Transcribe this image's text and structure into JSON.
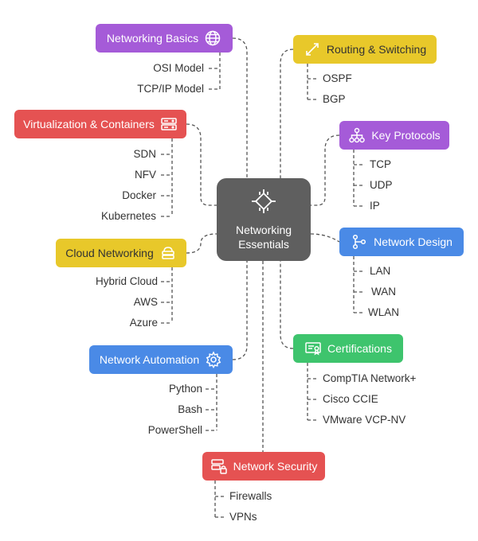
{
  "center": {
    "line1": "Networking",
    "line2": "Essentials",
    "icon": "circuit-chip-icon",
    "color": "#5f5f5f"
  },
  "branches": {
    "networking_basics": {
      "label": "Networking Basics",
      "icon": "globe-icon",
      "color": "#a55bd8",
      "items": [
        "OSI Model",
        "TCP/IP Model"
      ]
    },
    "virtualization": {
      "label": "Virtualization & Containers",
      "icon": "server-rack-icon",
      "color": "#e55252",
      "items": [
        "SDN",
        "NFV",
        "Docker",
        "Kubernetes"
      ]
    },
    "cloud_networking": {
      "label": "Cloud Networking",
      "icon": "cloud-server-icon",
      "color": "#e8c82a",
      "text_color": "#333333",
      "items": [
        "Hybrid Cloud",
        "AWS",
        "Azure"
      ]
    },
    "network_automation": {
      "label": "Network Automation",
      "icon": "gear-icon",
      "color": "#4a8ae6",
      "items": [
        "Python",
        "Bash",
        "PowerShell"
      ]
    },
    "network_security": {
      "label": "Network Security",
      "icon": "server-lock-icon",
      "color": "#e55252",
      "items": [
        "Firewalls",
        "VPNs"
      ]
    },
    "routing_switching": {
      "label": "Routing & Switching",
      "icon": "swap-arrows-icon",
      "color": "#e8c82a",
      "text_color": "#333333",
      "items": [
        "OSPF",
        "BGP"
      ]
    },
    "key_protocols": {
      "label": "Key Protocols",
      "icon": "network-hierarchy-icon",
      "color": "#a55bd8",
      "items": [
        "TCP",
        "UDP",
        "IP"
      ]
    },
    "network_design": {
      "label": "Network Design",
      "icon": "git-branch-icon",
      "color": "#4a8ae6",
      "items": [
        "LAN",
        "WAN",
        "WLAN"
      ]
    },
    "certifications": {
      "label": "Certifications",
      "icon": "certificate-icon",
      "color": "#3ec46d",
      "items": [
        "CompTIA Network+",
        "Cisco CCIE",
        "VMware VCP-NV"
      ]
    }
  }
}
